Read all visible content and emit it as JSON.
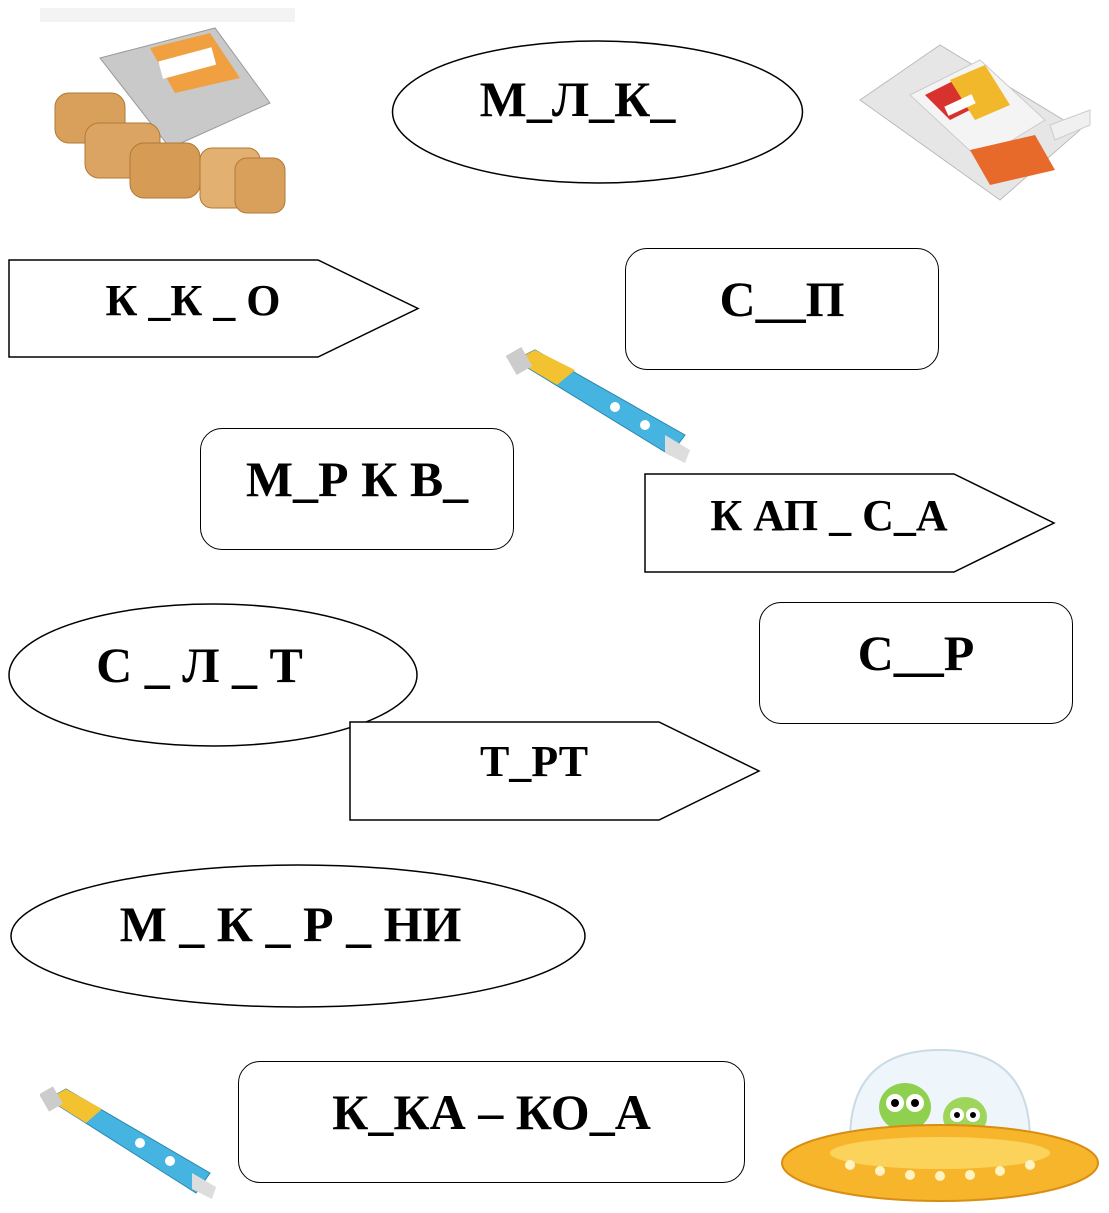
{
  "words": {
    "w1": "М_Л_К_",
    "w2": "К _К _ О",
    "w3": "С__П",
    "w4": "М_Р К В_",
    "w5": "К АП _ С_А",
    "w6": "С _ Л _ Т",
    "w7": "С__Р",
    "w8": "Т_РТ",
    "w9": "М _ К _ Р _ НИ",
    "w10": "К_КА – КО_А"
  },
  "icons": {
    "biscuits": "biscuit-pack-image",
    "space_food_pack": "space-food-pack-image",
    "tube_middle": "food-tube-image",
    "tube_bottom": "food-tube-image",
    "ufo": "ufo-aliens-image"
  }
}
